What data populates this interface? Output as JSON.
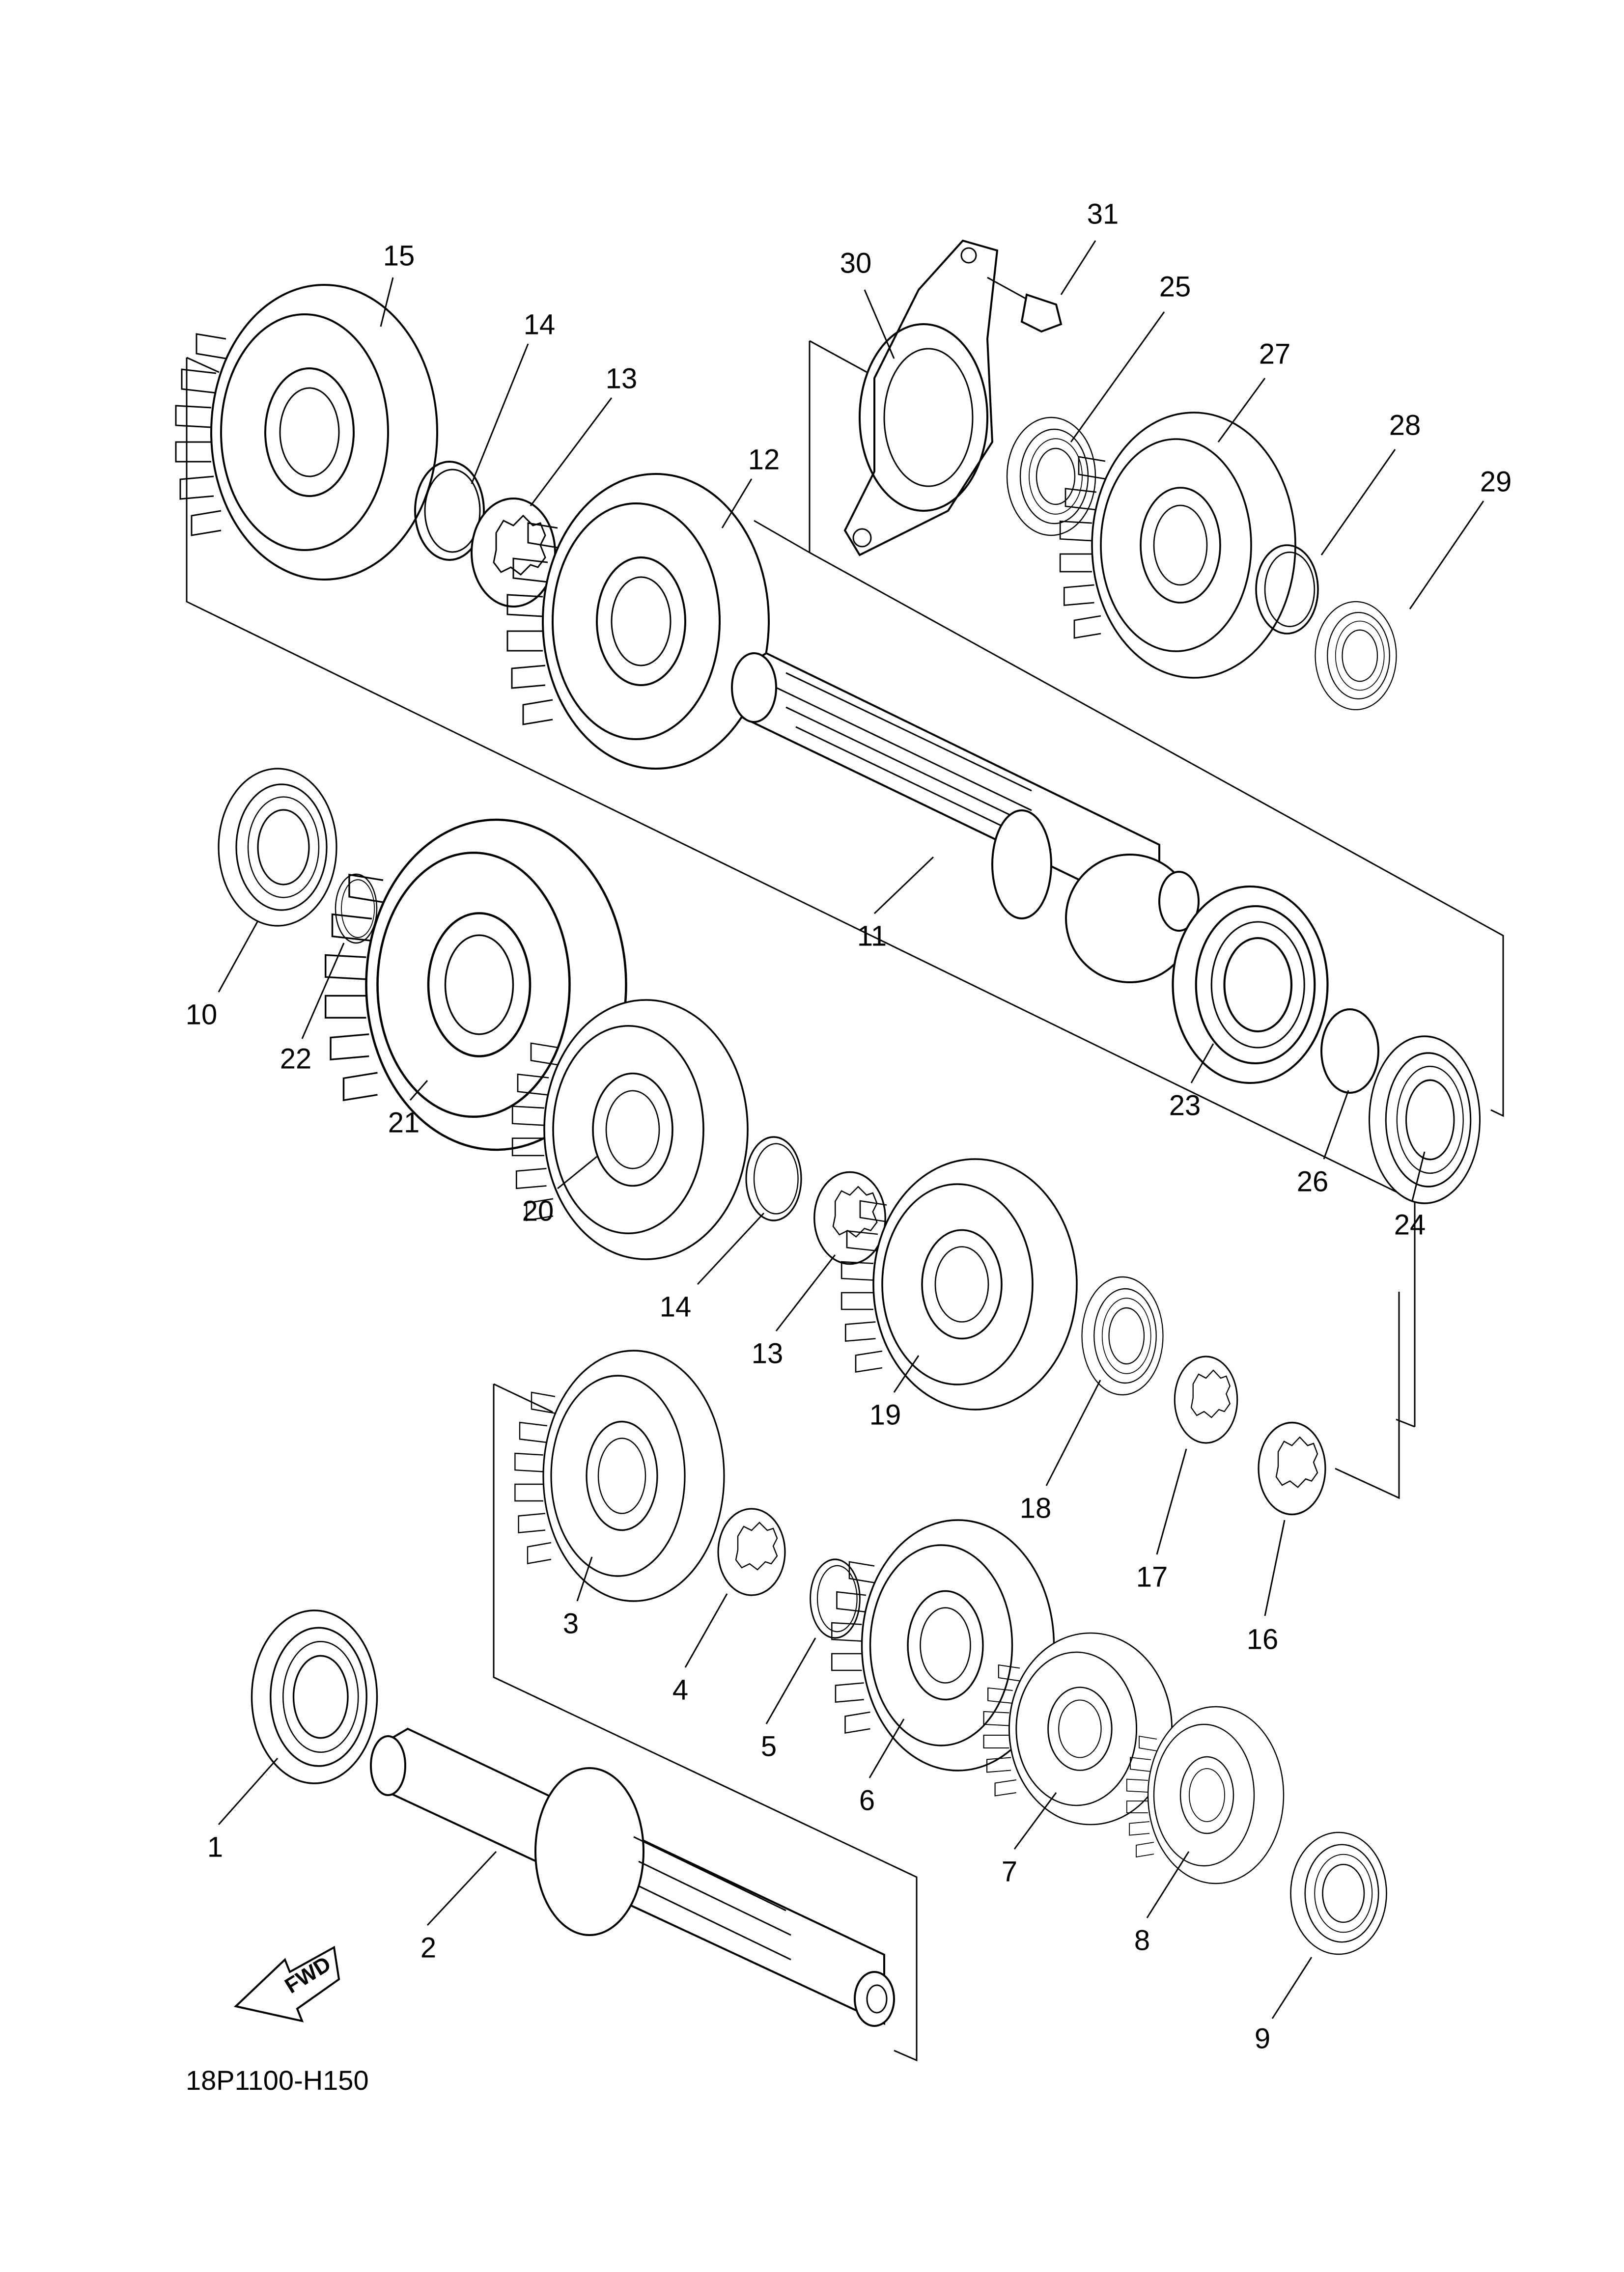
{
  "diagram": {
    "code": "18P1100-H150",
    "fwd_label": "FWD",
    "callouts": [
      {
        "id": "c15",
        "text": "15"
      },
      {
        "id": "c14a",
        "text": "14"
      },
      {
        "id": "c13a",
        "text": "13"
      },
      {
        "id": "c12",
        "text": "12"
      },
      {
        "id": "c30",
        "text": "30"
      },
      {
        "id": "c31",
        "text": "31"
      },
      {
        "id": "c25",
        "text": "25"
      },
      {
        "id": "c27",
        "text": "27"
      },
      {
        "id": "c28",
        "text": "28"
      },
      {
        "id": "c29",
        "text": "29"
      },
      {
        "id": "c11",
        "text": "11"
      },
      {
        "id": "c10",
        "text": "10"
      },
      {
        "id": "c22",
        "text": "22"
      },
      {
        "id": "c21",
        "text": "21"
      },
      {
        "id": "c20",
        "text": "20"
      },
      {
        "id": "c14b",
        "text": "14"
      },
      {
        "id": "c13b",
        "text": "13"
      },
      {
        "id": "c19",
        "text": "19"
      },
      {
        "id": "c23",
        "text": "23"
      },
      {
        "id": "c26",
        "text": "26"
      },
      {
        "id": "c24",
        "text": "24"
      },
      {
        "id": "c18",
        "text": "18"
      },
      {
        "id": "c17",
        "text": "17"
      },
      {
        "id": "c16",
        "text": "16"
      },
      {
        "id": "c3",
        "text": "3"
      },
      {
        "id": "c4",
        "text": "4"
      },
      {
        "id": "c5",
        "text": "5"
      },
      {
        "id": "c6",
        "text": "6"
      },
      {
        "id": "c7",
        "text": "7"
      },
      {
        "id": "c8",
        "text": "8"
      },
      {
        "id": "c9",
        "text": "9"
      },
      {
        "id": "c1",
        "text": "1"
      },
      {
        "id": "c2",
        "text": "2"
      }
    ]
  }
}
